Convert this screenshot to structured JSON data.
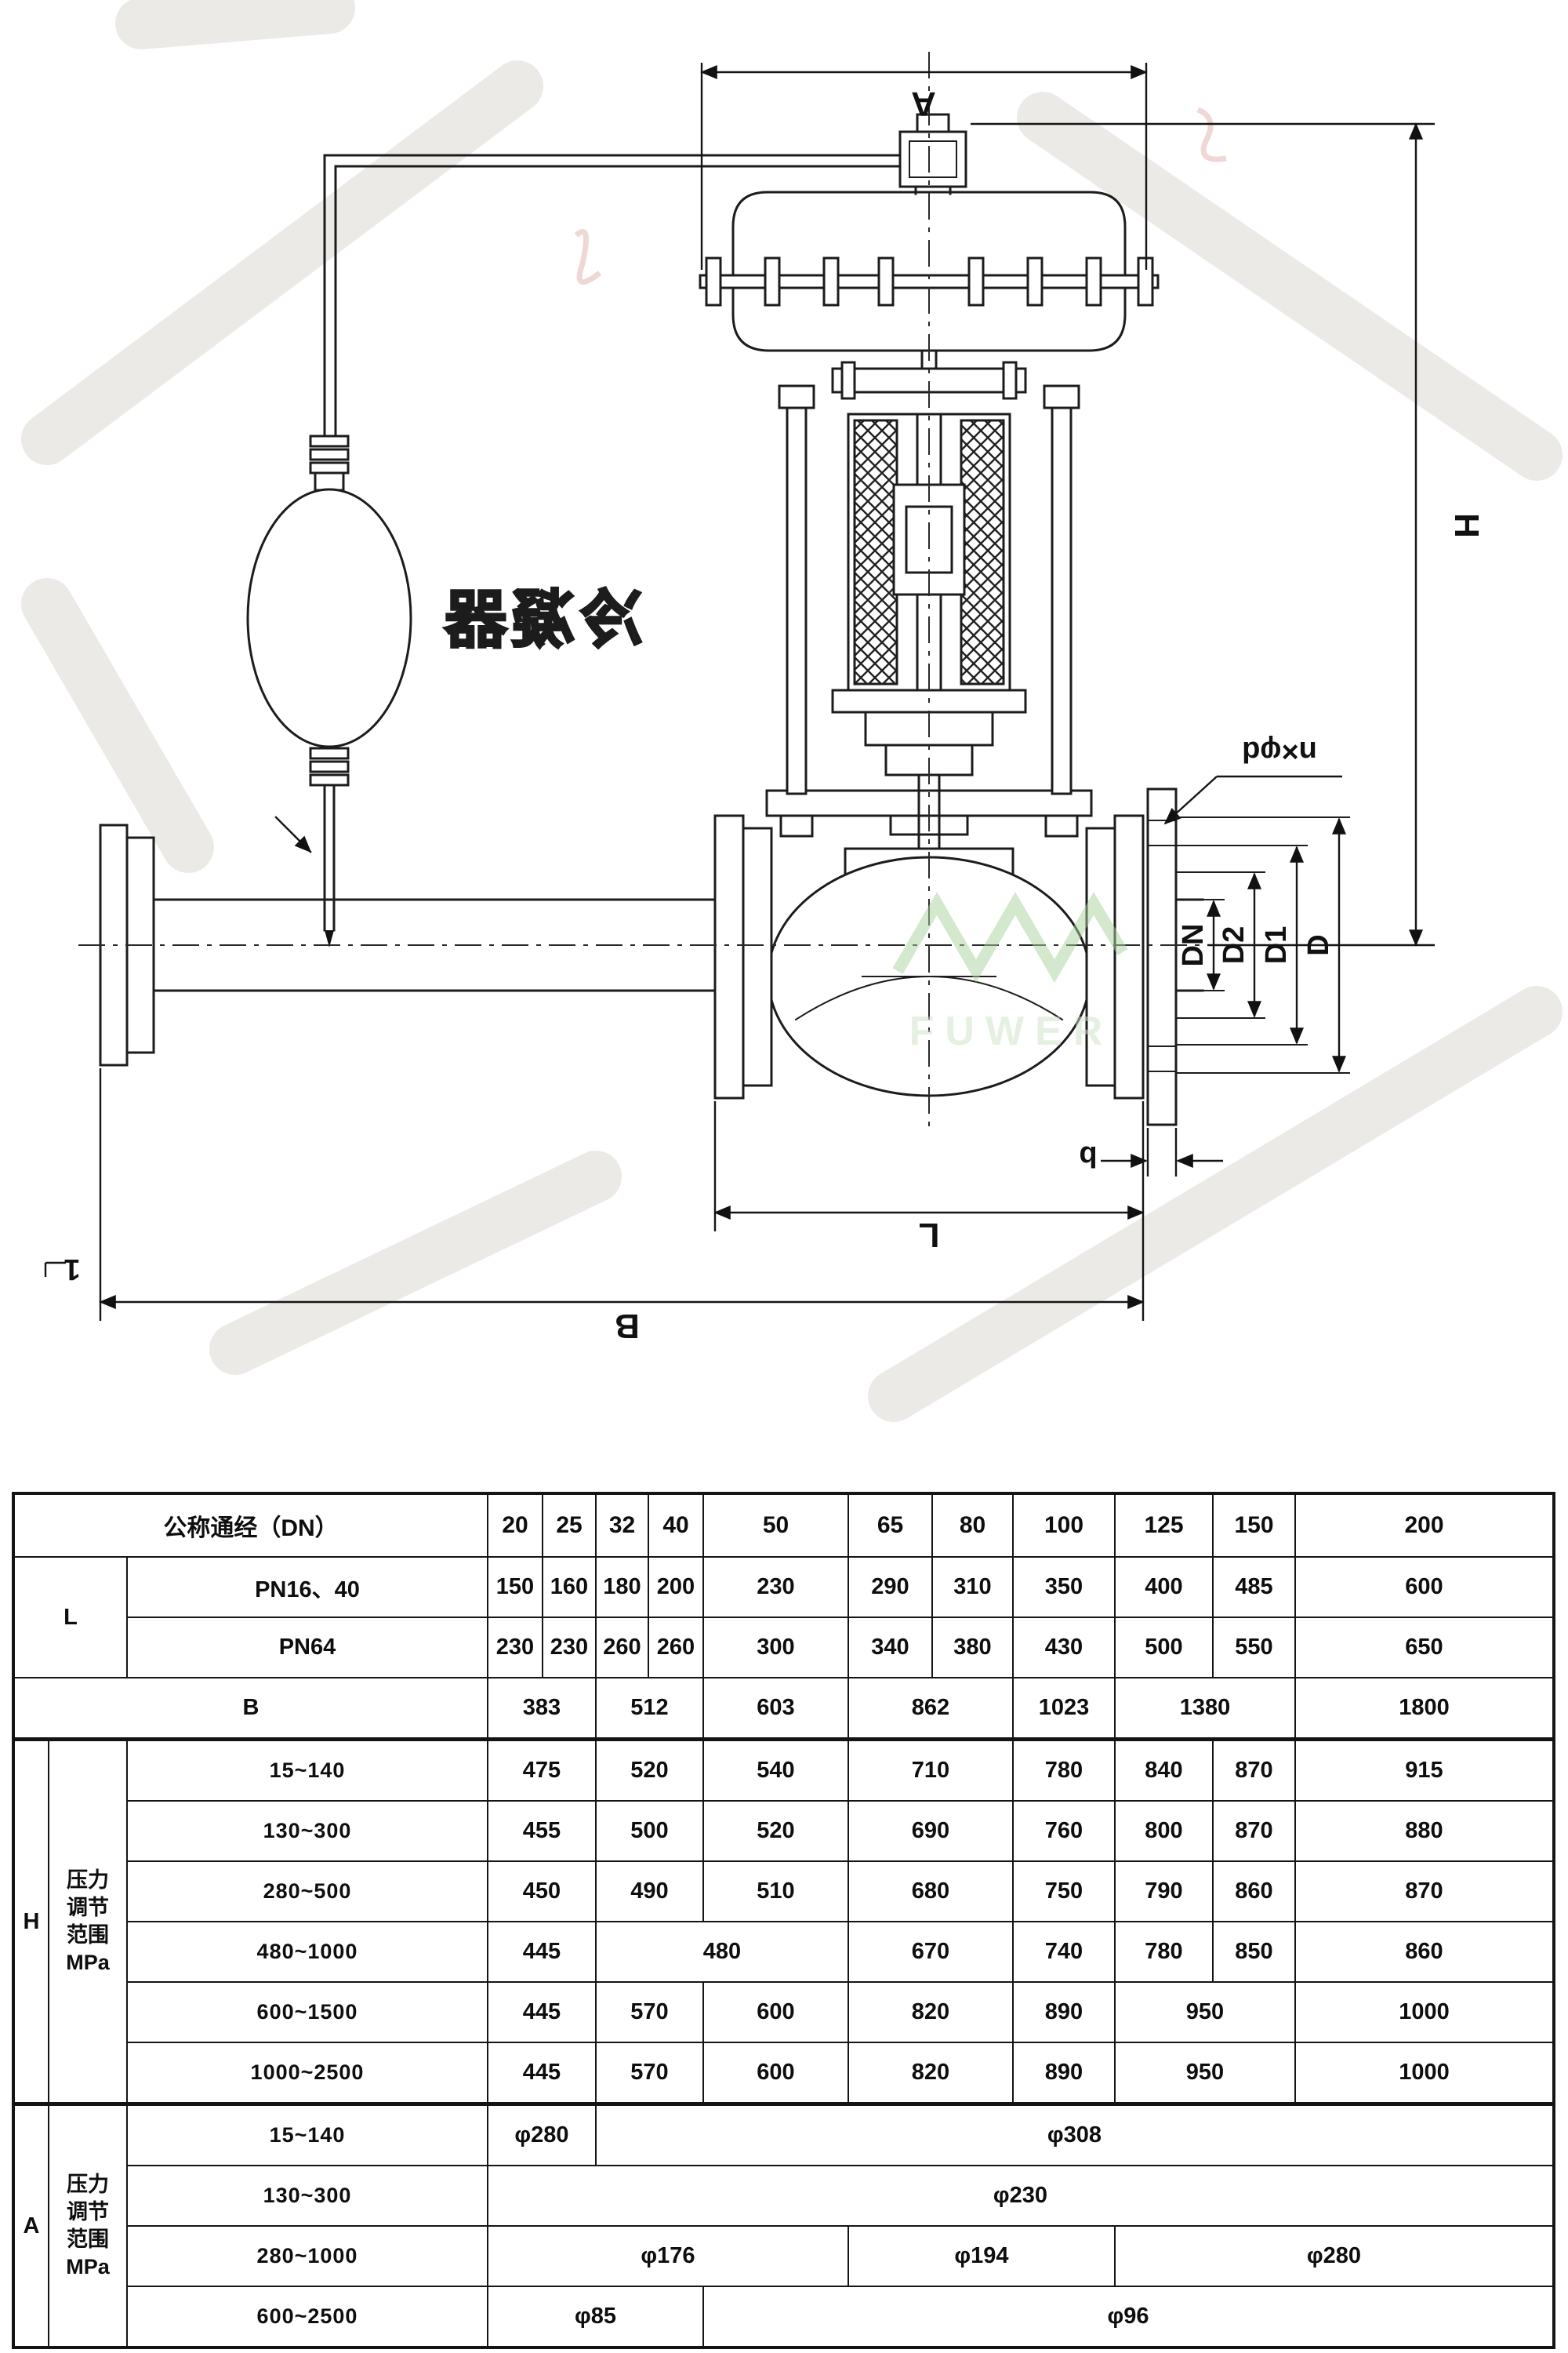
{
  "diagram": {
    "labels": {
      "A": "A",
      "H": "H",
      "L": "L",
      "B": "B",
      "b": "b",
      "bolt": "n×φd",
      "DN": "DN",
      "D1": "D1",
      "D2": "D2",
      "D": "D",
      "tick": "1",
      "condenser": "冷凝器",
      "watermark": "FUWER"
    }
  },
  "table": {
    "rows": [
      {
        "cells": [
          {
            "t": "公称通经（DN）",
            "cs": 3,
            "cls": "hd"
          },
          {
            "t": "20"
          },
          {
            "t": "25"
          },
          {
            "t": "32"
          },
          {
            "t": "40"
          },
          {
            "t": "50"
          },
          {
            "t": "65"
          },
          {
            "t": "80"
          },
          {
            "t": "100"
          },
          {
            "t": "125"
          },
          {
            "t": "150"
          },
          {
            "t": "200"
          }
        ]
      },
      {
        "cells": [
          {
            "t": "L",
            "cs": 2,
            "rs": 2,
            "cls": "hd"
          },
          {
            "t": "PN16、40",
            "cls": "hd"
          },
          {
            "t": "150"
          },
          {
            "t": "160"
          },
          {
            "t": "180"
          },
          {
            "t": "200"
          },
          {
            "t": "230"
          },
          {
            "t": "290"
          },
          {
            "t": "310"
          },
          {
            "t": "350"
          },
          {
            "t": "400"
          },
          {
            "t": "485"
          },
          {
            "t": "600"
          }
        ]
      },
      {
        "cells": [
          {
            "t": "PN64",
            "cls": "hd"
          },
          {
            "t": "230"
          },
          {
            "t": "230"
          },
          {
            "t": "260"
          },
          {
            "t": "260"
          },
          {
            "t": "300"
          },
          {
            "t": "340"
          },
          {
            "t": "380"
          },
          {
            "t": "430"
          },
          {
            "t": "500"
          },
          {
            "t": "550"
          },
          {
            "t": "650"
          }
        ]
      },
      {
        "cells": [
          {
            "t": "B",
            "cs": 3,
            "cls": "hd"
          },
          {
            "t": "383",
            "cs": 2
          },
          {
            "t": "512",
            "cs": 2
          },
          {
            "t": "603"
          },
          {
            "t": "862",
            "cs": 2
          },
          {
            "t": "1023"
          },
          {
            "t": "1380",
            "cs": 2
          },
          {
            "t": "1800"
          }
        ]
      },
      {
        "cls": "sec",
        "cells": [
          {
            "t": "H",
            "rs": 6,
            "cls": "hd"
          },
          {
            "t": "压力\n调节\n范围\nMPa",
            "rs": 6,
            "cls": "hd pre"
          },
          {
            "t": "15~140",
            "cls": "rng"
          },
          {
            "t": "475",
            "cs": 2
          },
          {
            "t": "520",
            "cs": 2
          },
          {
            "t": "540"
          },
          {
            "t": "710",
            "cs": 2
          },
          {
            "t": "780"
          },
          {
            "t": "840"
          },
          {
            "t": "870"
          },
          {
            "t": "915"
          }
        ]
      },
      {
        "cells": [
          {
            "t": "130~300",
            "cls": "rng"
          },
          {
            "t": "455",
            "cs": 2
          },
          {
            "t": "500",
            "cs": 2
          },
          {
            "t": "520"
          },
          {
            "t": "690",
            "cs": 2
          },
          {
            "t": "760"
          },
          {
            "t": "800"
          },
          {
            "t": "870"
          },
          {
            "t": "880"
          }
        ]
      },
      {
        "cells": [
          {
            "t": "280~500",
            "cls": "rng"
          },
          {
            "t": "450",
            "cs": 2
          },
          {
            "t": "490",
            "cs": 2
          },
          {
            "t": "510"
          },
          {
            "t": "680",
            "cs": 2
          },
          {
            "t": "750"
          },
          {
            "t": "790"
          },
          {
            "t": "860"
          },
          {
            "t": "870"
          }
        ]
      },
      {
        "cells": [
          {
            "t": "480~1000",
            "cls": "rng"
          },
          {
            "t": "445",
            "cs": 2
          },
          {
            "t": "480",
            "cs": 3
          },
          {
            "t": "670",
            "cs": 2
          },
          {
            "t": "740"
          },
          {
            "t": "780"
          },
          {
            "t": "850"
          },
          {
            "t": "860"
          }
        ]
      },
      {
        "cells": [
          {
            "t": "600~1500",
            "cls": "rng"
          },
          {
            "t": "445",
            "cs": 2
          },
          {
            "t": "570",
            "cs": 2
          },
          {
            "t": "600"
          },
          {
            "t": "820",
            "cs": 2
          },
          {
            "t": "890"
          },
          {
            "t": "950",
            "cs": 2
          },
          {
            "t": "1000"
          }
        ]
      },
      {
        "cells": [
          {
            "t": "1000~2500",
            "cls": "rng"
          },
          {
            "t": "445",
            "cs": 2
          },
          {
            "t": "570",
            "cs": 2
          },
          {
            "t": "600"
          },
          {
            "t": "820",
            "cs": 2
          },
          {
            "t": "890"
          },
          {
            "t": "950",
            "cs": 2
          },
          {
            "t": "1000"
          }
        ]
      },
      {
        "cls": "sec",
        "cells": [
          {
            "t": "A",
            "rs": 4,
            "cls": "hd"
          },
          {
            "t": "压力\n调节\n范围\nMPa",
            "rs": 4,
            "cls": "hd pre"
          },
          {
            "t": "15~140",
            "cls": "rng"
          },
          {
            "t": "φ280",
            "cs": 2
          },
          {
            "t": "φ308",
            "cs": 9
          }
        ]
      },
      {
        "cells": [
          {
            "t": "130~300",
            "cls": "rng"
          },
          {
            "t": "φ230",
            "cs": 11
          }
        ]
      },
      {
        "cells": [
          {
            "t": "280~1000",
            "cls": "rng"
          },
          {
            "t": "φ176",
            "cs": 5
          },
          {
            "t": "φ194",
            "cs": 3
          },
          {
            "t": "φ280",
            "cs": 3
          }
        ]
      },
      {
        "cells": [
          {
            "t": "600~2500",
            "cls": "rng"
          },
          {
            "t": "φ85",
            "cs": 4
          },
          {
            "t": "φ96",
            "cs": 7
          }
        ]
      }
    ]
  }
}
